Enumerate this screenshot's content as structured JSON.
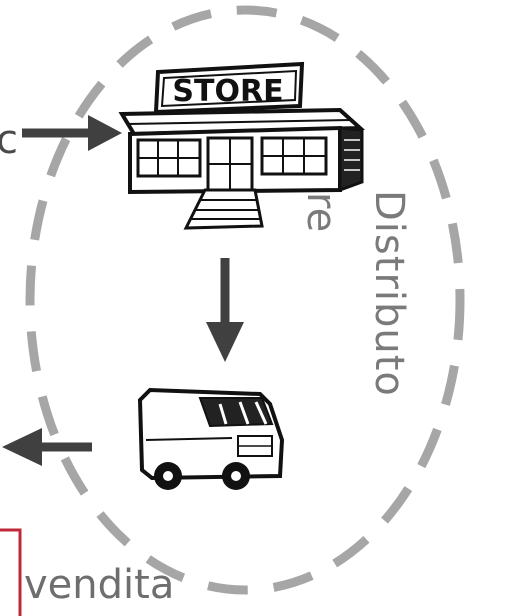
{
  "diagram": {
    "store_sign": "STORE",
    "circle_label": "Distributo",
    "circle_label_cut": "re",
    "left_label": "c",
    "bottom_label": "vendita"
  },
  "colors": {
    "dash": "#a6a6a6",
    "arrow": "#404040",
    "box_border": "#c0283a",
    "text": "#7a7a7a"
  }
}
